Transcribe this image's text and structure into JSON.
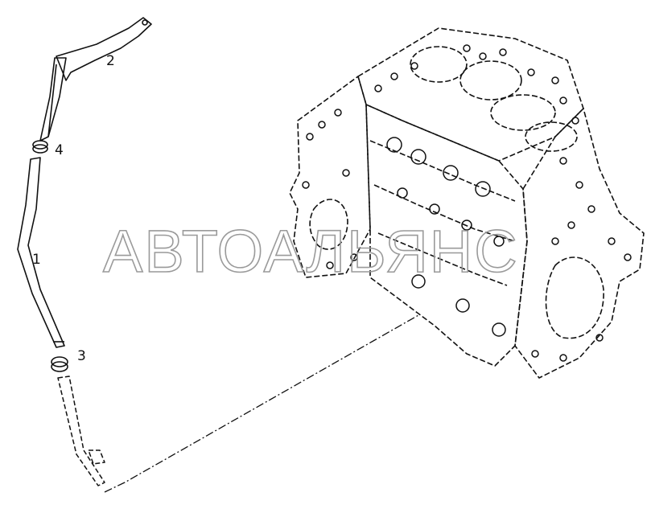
{
  "watermark": {
    "text": "АВТОАЛЬЯНС"
  },
  "callouts": [
    {
      "id": "1",
      "label": "1"
    },
    {
      "id": "2",
      "label": "2"
    },
    {
      "id": "3",
      "label": "3"
    },
    {
      "id": "4",
      "label": "4"
    }
  ],
  "colors": {
    "line": "#111111",
    "watermark": "#9a9a9a",
    "background": "#ffffff"
  }
}
